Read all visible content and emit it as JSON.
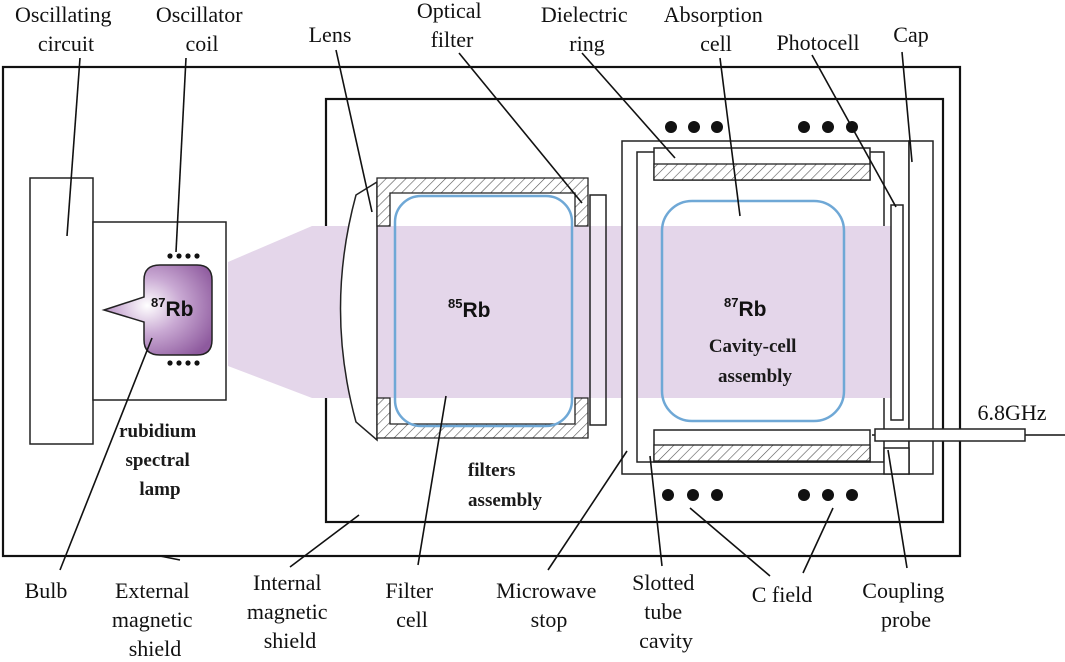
{
  "labels": {
    "oscillating_circuit": [
      "Oscillating",
      "circuit"
    ],
    "oscillator_coil": [
      "Oscillator",
      "coil"
    ],
    "lens": [
      "Lens"
    ],
    "optical_filter": [
      "Optical",
      "filter"
    ],
    "dielectric_ring": [
      "Dielectric",
      "ring"
    ],
    "absorption_cell": [
      "Absorption",
      "cell"
    ],
    "photocell": [
      "Photocell"
    ],
    "cap": [
      "Cap"
    ],
    "bulb": [
      "Bulb"
    ],
    "external_shield": [
      "External",
      "magnetic",
      "shield"
    ],
    "internal_shield": [
      "Internal",
      "magnetic",
      "shield"
    ],
    "filter_cell": [
      "Filter",
      "cell"
    ],
    "microwave_stop": [
      "Microwave",
      "stop"
    ],
    "slotted_tube_cavity": [
      "Slotted",
      "tube",
      "cavity"
    ],
    "c_field": [
      "C field"
    ],
    "coupling_probe": [
      "Coupling",
      "probe"
    ],
    "frequency": [
      "6.8GHz"
    ]
  },
  "inner_labels": {
    "lamp": [
      "rubidium",
      "spectral",
      "lamp"
    ],
    "filters_assembly": [
      "filters",
      "assembly"
    ],
    "cavity_assembly": [
      "Cavity-cell",
      "assembly"
    ]
  },
  "isotopes": {
    "lamp": {
      "mass": "87",
      "symbol": "Rb"
    },
    "filter": {
      "mass": "85",
      "symbol": "Rb"
    },
    "cavity": {
      "mass": "87",
      "symbol": "Rb"
    }
  },
  "colors": {
    "light_beam": "#e4d6ea",
    "bulb_fill": "#9b6ba8",
    "cell_outline": "#6fa8d6"
  }
}
